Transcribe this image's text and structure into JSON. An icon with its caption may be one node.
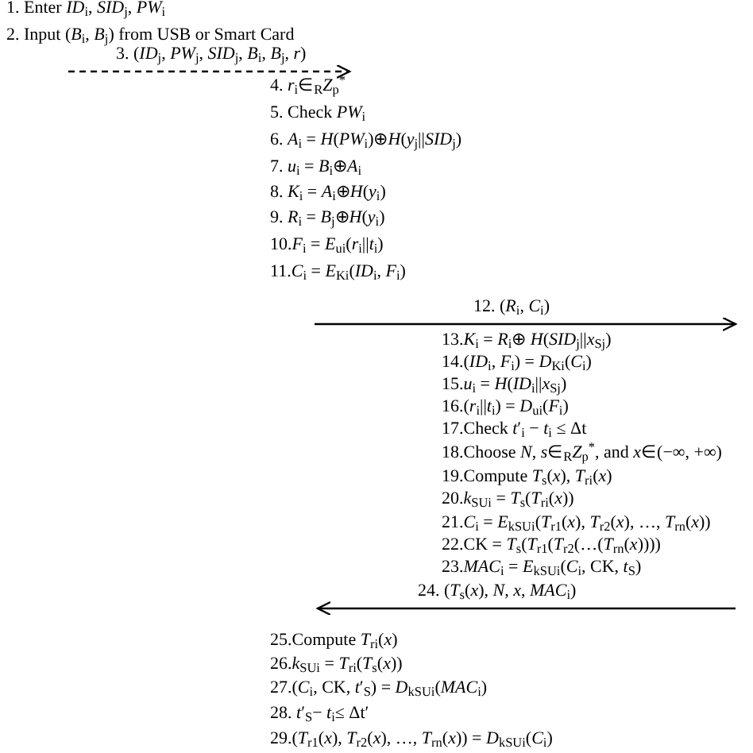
{
  "diagram": {
    "nodes": [
      {
        "text": [
          "1. Enter *ID*$_{i}$, *SID*$_{j}$, *PW*$_{i}$"
        ]
      },
      {
        "text": [
          "2. Input (*B*$_{i}$, *B*$_{j}$) from USB or Smart Card"
        ]
      },
      {
        "text": [
          "4. *r*$_{i}$∈$_{R}$*Z*$_{p}$$^{*}$"
        ]
      },
      {
        "text": [
          "5. Check *PW*$_{i}$"
        ]
      },
      {
        "text": [
          "6. *A*$_{i}$ = *H*(*PW*$_{i}$)⊕*H*(*y*$_{j}$||*SID*$_{j}$)"
        ]
      },
      {
        "text": [
          "7. *u*$_{i}$ = *B*$_{i}$⊕*A*$_{i}$"
        ]
      },
      {
        "text": [
          "8. *K*$_{i}$ = *A*$_{i}$⊕*H*(*y*$_{i}$)"
        ]
      },
      {
        "text": [
          "9. *R*$_{i}$ = *B*$_{j}$⊕*H*(*y*$_{i}$)"
        ]
      },
      {
        "text": [
          "10.*F*$_{i}$ = *E*$_{ui}$(*r*$_{i}$||*t*$_{i}$)"
        ]
      },
      {
        "text": [
          "11.*C*$_{i}$ = *E*$_{Ki}$(*ID*$_{i}$, *F*$_{i}$)"
        ]
      },
      {
        "text": [
          "13.*K*$_{i}$ = *R*$_{i}$⊕ *H*(*SID*$_{j}$||*x*$_{Sj}$)"
        ]
      },
      {
        "text": [
          "14.(*ID*$_{i}$, *F*$_{i}$) = *D*$_{Ki}$(*C*$_{i}$)"
        ]
      },
      {
        "text": [
          "15.*u*$_{i}$ = *H*(*ID*$_{i}$||*x*$_{Sj}$)"
        ]
      },
      {
        "text": [
          "16.(*r*$_{i}$||*t*$_{i}$) = *D*$_{ui}$(*F*$_{i}$)"
        ]
      },
      {
        "text": [
          "17.Check *t*′$_{i}$ − *t*$_{i}$ ≤ Δt"
        ]
      },
      {
        "text": [
          "18.Choose *N*, *s*∈$_{R}$*Z*$_{p}$$^{*}$, and *x*∈(−∞, +∞)"
        ]
      },
      {
        "text": [
          "19.Compute *T*$_{s}$(*x*), *T*$_{ri}$(*x*)"
        ]
      },
      {
        "text": [
          "20.*k*$_{SUi}$ = *T*$_{s}$(*T*$_{ri}$(*x*))"
        ]
      },
      {
        "text": [
          "21.*C*$_{i}$ = *E*$_{kSUi}$(*T*$_{r1}$(*x*), *T*$_{r2}$(*x*), …, *T*$_{rn}$(*x*))"
        ]
      },
      {
        "text": [
          "22.CK = *T*$_{s}$(*T*$_{r1}$(*T*$_{r2}$(…(*T*$_{rn}$(*x*))))"
        ]
      },
      {
        "text": [
          "23.*MAC*$_{i}$ = *E*$_{kSUi}$(*C*$_{i}$, CK, *t*$_{S}$)"
        ]
      },
      {
        "text": [
          "25.Compute *T*$_{ri}$(*x*)"
        ]
      },
      {
        "text": [
          "26.*k*$_{SUi}$ = *T*$_{ri}$(*T*$_{s}$(*x*))"
        ]
      },
      {
        "text": [
          "27.(*C*$_{i}$, CK, *t*′$_{S}$) = *D*$_{kSUi}$(*MAC*$_{i}$)"
        ]
      },
      {
        "text": [
          "28. *t*′$_{S}$− *t*$_{i}$≤ Δt′"
        ]
      },
      {
        "text": [
          "29.(*T*$_{r1}$(*x*), *T*$_{r2}$(*x*), …, *T*$_{rn}$(*x*)) = *D*$_{kSUi}$(*C*$_{i}$)"
        ]
      }
    ],
    "edges": [
      {
        "from": 1,
        "to": 2,
        "arrow": "to",
        "style": "dashed",
        "label": "3. (*ID*$_{j}$, *PW*$_{j}$, *SID*$_{j}$, *B*$_{i}$, *B*$_{j}$, *r*)"
      },
      {
        "from": 9,
        "to": null,
        "arrow": "to",
        "label": "12. (*R*$_{i}$, *C*$_{i}$)"
      },
      {
        "from": null,
        "to": 21,
        "arrow": "to",
        "label": "24. (*T*$_{s}$(*x*), *N*, *x*, *MAC*$_{i}$)"
      }
    ]
  }
}
